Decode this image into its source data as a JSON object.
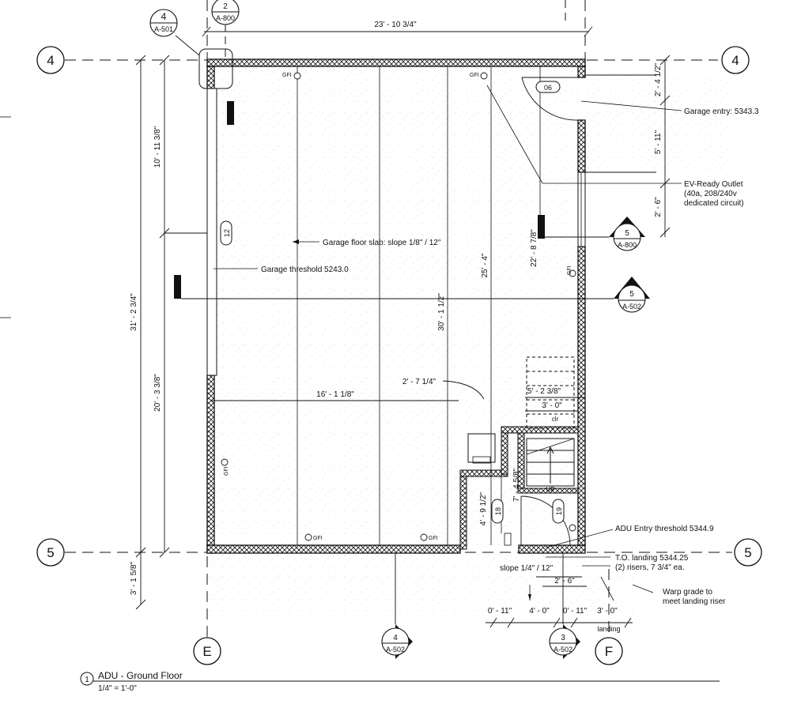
{
  "title": {
    "number": "1",
    "name": "ADU - Ground Floor",
    "scale": "1/4\" = 1'-0\""
  },
  "grid_lines": {
    "row_4": "4",
    "row_5": "5",
    "col_e": "E",
    "col_f": "F"
  },
  "section_markers": [
    {
      "number": "4",
      "sheet": "A-501"
    },
    {
      "number": "2",
      "sheet": "A-800"
    },
    {
      "number": "5",
      "sheet": "A-800"
    },
    {
      "number": "5",
      "sheet": "A-502"
    },
    {
      "number": "4",
      "sheet": "A-502"
    },
    {
      "number": "3",
      "sheet": "A-502"
    }
  ],
  "door_tags": {
    "d06": "06",
    "d12": "12",
    "d18": "18",
    "d19": "19"
  },
  "dimensions": {
    "top_width": "23' - 10 3/4\"",
    "left_overall": "31' - 2 3/4\"",
    "left_upper": "10' - 11 3/8\"",
    "left_lower": "20' - 3 3/8\"",
    "left_bottom": "3' - 1 5/8\"",
    "interior_width": "16' - 1 1/8\"",
    "d_2_7_14": "2' - 7 1/4\"",
    "d_30_1_12": "30' - 1 1/2\"",
    "d_25_4": "25' - 4\"",
    "d_22_8_78": "22' - 8 7/8\"",
    "d_5_2_38": "5' - 2 3/8\"",
    "d_3_0_clr": "3' - 0\"",
    "clr": "clr",
    "d_7_4_58": "7' - 4 5/8\"",
    "d_4_9_12": "4' - 9 1/2\"",
    "right_2_4_12": "2' - 4 1/2\"",
    "right_5_11": "5' - 11\"",
    "right_2_6": "2' - 6\"",
    "bottom_2_6": "2' - 6\"",
    "bottom_0_11_a": "0' - 11\"",
    "bottom_4_0": "4' - 0\"",
    "bottom_0_11_b": "0' - 11\"",
    "bottom_3_0": "3' - 0\"",
    "landing": "landing"
  },
  "annotations": {
    "gfi": "GFI",
    "up": "UP",
    "garage_entry": "Garage entry: 5343.3",
    "ev_line1": "EV-Ready Outlet",
    "ev_line2": "(40a, 208/240v",
    "ev_line3": "dedicated circuit)",
    "slab": "Garage floor slab: slope 1/8\" / 12\"",
    "threshold": "Garage threshold 5243.0",
    "adu_entry": "ADU Entry threshold 5344.9",
    "to_landing": "T.O. landing 5344.25",
    "risers": "(2) risers, 7 3/4\" ea.",
    "slope": "slope 1/4\" / 12\"",
    "warp1": "Warp grade to",
    "warp2": "meet landing riser"
  }
}
